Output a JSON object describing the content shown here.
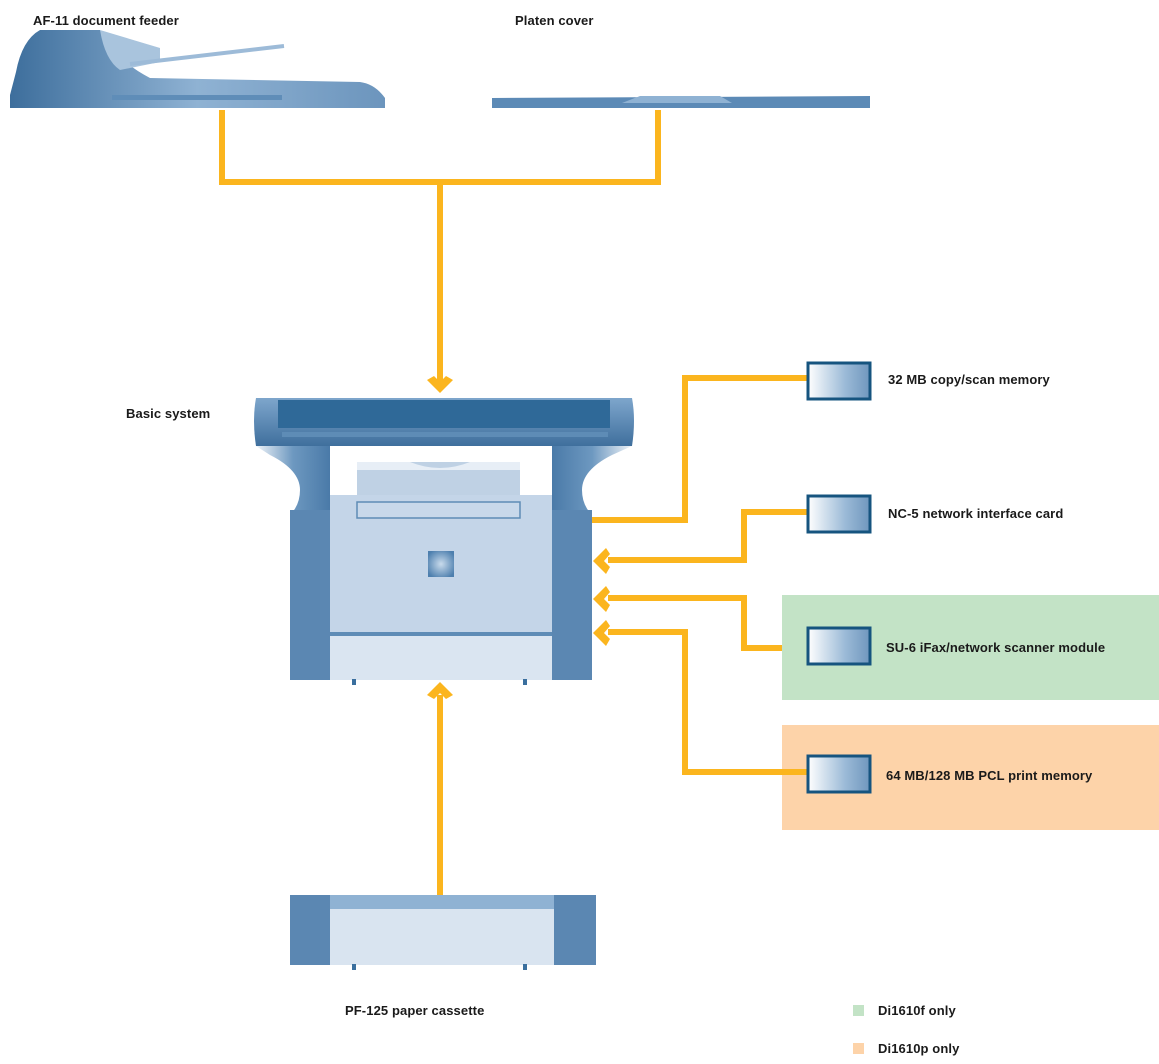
{
  "labels": {
    "feeder": "AF-11 document feeder",
    "platen": "Platen cover",
    "basic": "Basic system",
    "memory32": "32 MB copy/scan memory",
    "nc5": "NC-5 network interface card",
    "su6": "SU-6 iFax/network scanner module",
    "pcl": "64 MB/128 MB PCL print memory",
    "cassette": "PF-125 paper cassette"
  },
  "legend": [
    {
      "label": "Di1610f only",
      "color": "#c3e3c6"
    },
    {
      "label": "Di1610p only",
      "color": "#fdd3a9"
    }
  ],
  "colors": {
    "connector": "#fbb51e",
    "device_dark": "#3a6f9e",
    "device_mid": "#5e8cb6",
    "device_light": "#c6d6e7",
    "device_pale": "#dbe6f2",
    "fonly_zone": "#c3e3c6",
    "ponly_zone": "#fdd3a9"
  }
}
